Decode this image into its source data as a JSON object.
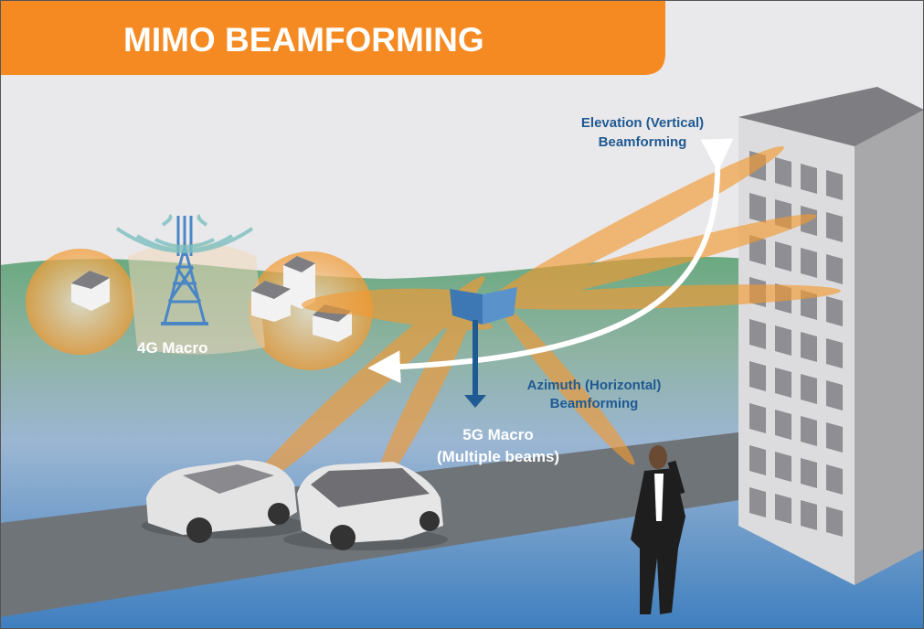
{
  "header": {
    "title": "MIMO BEAMFORMING",
    "color": "#f58a22"
  },
  "labels": {
    "elevation_line1": "Elevation (Vertical)",
    "elevation_line2": "Beamforming",
    "macro_4g": "4G Macro",
    "azimuth_line1": "Azimuth (Horizontal)",
    "azimuth_line2": "Beamforming",
    "macro_5g_line1": "5G Macro",
    "macro_5g_line2": "(Multiple beams)"
  },
  "colors": {
    "beam": "#f39a32",
    "label_blue": "#1f5a93",
    "sky": "#e9e8ea",
    "grass": "#6fae84",
    "ground_blue": "#4f86c0",
    "road": "#6f7478"
  }
}
